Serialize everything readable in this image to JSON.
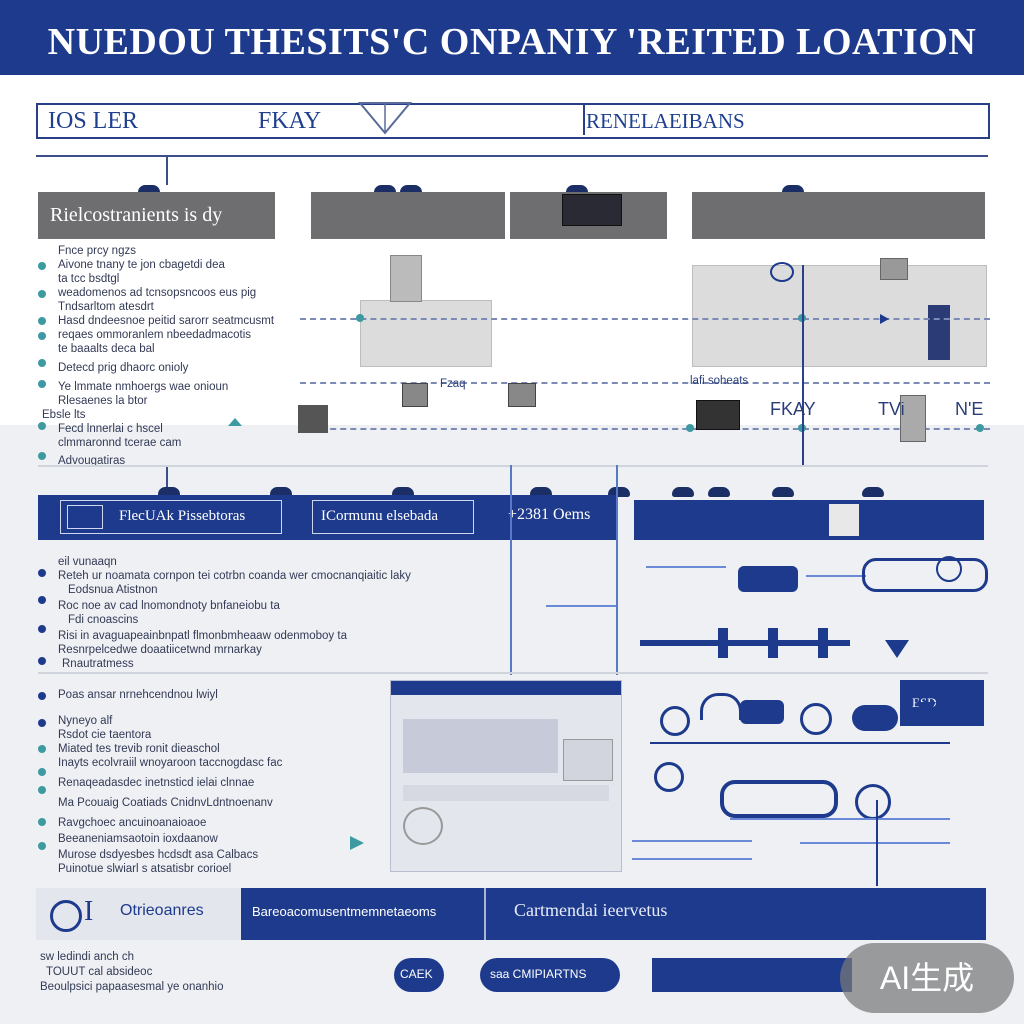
{
  "title": "NUEDOU THESITS'C ONPANIY 'REITED LOATION",
  "subheader": {
    "left": "IOS LER",
    "middle": "FKAY",
    "right": "RENELAEIBANS"
  },
  "section1": {
    "label": "Rielcostranients  is dy",
    "lines": [
      "Fnce prcy ngzs",
      "Aivone tnany te jon cbagetdi dea",
      "ta tcc bsdtgl",
      "weadomenos ad tcnsopsncoos eus pig",
      "Tndsarltom atesdrt",
      "Hasd dndeesnoe peitid sarorr seatmcusmt",
      "reqaes ommoranlem nbeedadmacotis",
      "te baaalts deca bal",
      "Detecd prig dhaorc onioly",
      "Ye lmmate nmhoergs wae onioun",
      "Rlesaenes la btor",
      "Ebsle lts",
      "Fecd lnnerlai c hscel",
      "clmmaronnd tcerae cam",
      "Advougatiras"
    ],
    "annotations": [
      "Fzaq",
      "lafi soheats",
      "FKAY",
      "TVi",
      "N'E"
    ]
  },
  "section2": {
    "labels": [
      "FlecUAk Pissebtoras",
      "ICormunu elsebada",
      "+2381 Oems"
    ],
    "lines": [
      "eil vunaaqn",
      "Reteh ur noamata cornpon tei cotrbn coanda wer cmocnanqiaitic laky",
      "Eodsnua Atistnon",
      "Roc noe av cad lnomondnoty bnfaneiobu ta",
      "Fdi cnoascins",
      "Risi in avaguapeainbnpatl flmonbmheaaw odenmoboy ta",
      "Resnrpelcedwe doaatiicetwnd mrnarkay",
      "Rnautratmess"
    ]
  },
  "section3": {
    "screen_label": "ESD",
    "lines": [
      "Poas ansar nrnehcendnou lwiyl",
      "Nyneyo alf",
      "Rsdot cie taentora",
      "Miated tes trevib ronit dieaschol",
      "Inayts ecolvraiil wnoyaroon taccnogdasc fac",
      "Renaqeadasdec inetnsticd ielai clnnae",
      "Ma Pcouaig Coatiads CnidnvLdntnoenanv",
      "Ravgchoec ancuinoanaioaoe",
      "Beeaneniamsaotoin ioxdaanow",
      "Murose dsdyesbes hcdsdt asa Calbacs",
      "Puinotue slwiarl s atsatisbr corioel"
    ]
  },
  "footer_bar": {
    "left": "Otrieoanres",
    "middle": "Bareoacomusentmemnetaeoms",
    "right": "Cartmendai ieervetus"
  },
  "footer_notes": [
    "sw ledindi anch ch",
    "TOUUT cal absideoc",
    "Beoulpsici papaasesmal ye onanhio"
  ],
  "footer_buttons": [
    "CAEK",
    "saa CMIPIARTNS"
  ],
  "badge": "AI生成",
  "colors": {
    "navy": "#1d3a8c",
    "teal": "#3c9aa0",
    "grey": "#6e6e71"
  }
}
